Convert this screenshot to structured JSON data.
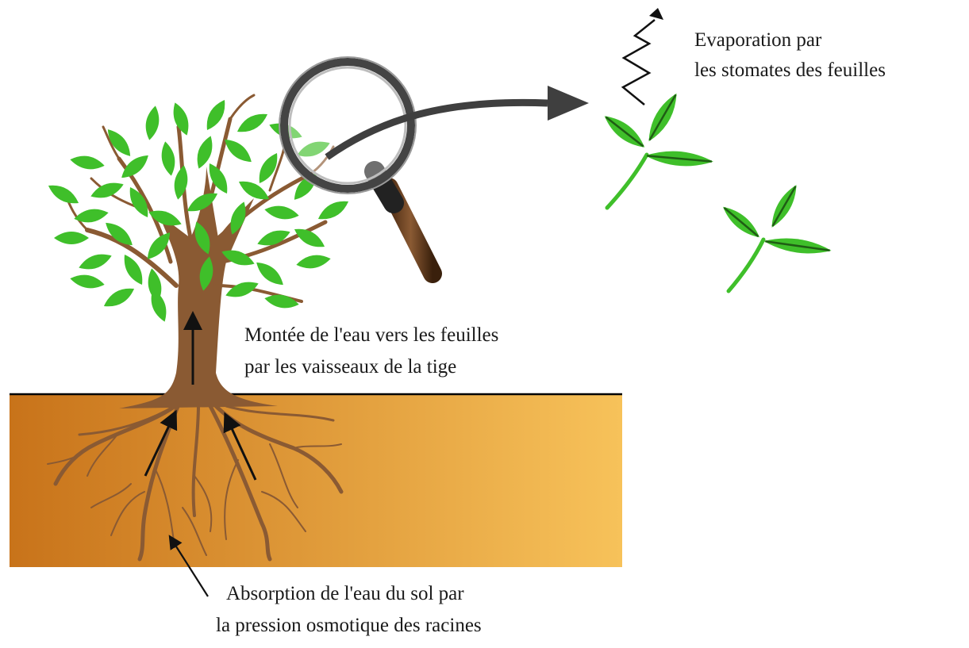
{
  "labels": {
    "evaporation": [
      "Evaporation par",
      "les stomates des feuilles"
    ],
    "rise": [
      "Montée de l'eau vers les feuilles",
      "par les vaisseaux de la tige"
    ],
    "absorption": [
      "Absorption de l'eau du sol par",
      "la pression osmotique des racines"
    ]
  },
  "icons": [
    "magnifying-glass-icon",
    "tree-icon",
    "leaf-sprig-icon",
    "zigzag-evaporation-arrow-icon"
  ],
  "colors": {
    "leaf": "#3fbf2a",
    "leaf_vein": "#1f5d14",
    "trunk": "#8a5a33",
    "soil_dark": "#c8731a",
    "soil_light": "#f7c25a",
    "ground_line": "#000000",
    "arrow": "#3f3f3f"
  }
}
